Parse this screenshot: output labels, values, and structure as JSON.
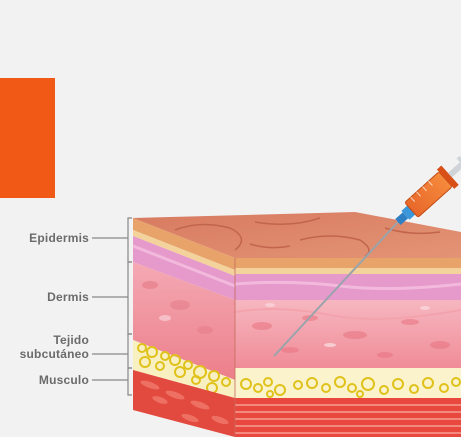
{
  "labels": {
    "epidermis": "Epidermis",
    "dermis": "Dermis",
    "tejido_line1": "Tejido",
    "tejido_line2": "subcutáneo",
    "musculo": "Musculo"
  },
  "colors": {
    "accent_block": "#f15a16",
    "background": "#f2f2f2",
    "label_text": "#6b6b6b"
  },
  "icons": [
    "syringe-icon",
    "needle-icon",
    "skin-layers-illustration"
  ]
}
